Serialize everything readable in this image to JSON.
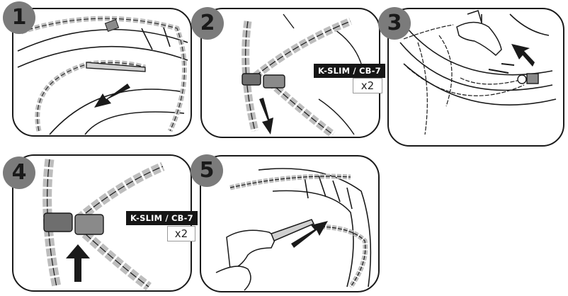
{
  "steps": [
    {
      "number": "1"
    },
    {
      "number": "2",
      "model_label": "K-SLIM / CB-7",
      "quantity": "x2"
    },
    {
      "number": "3"
    },
    {
      "number": "4",
      "model_label": "K-SLIM / CB-7",
      "quantity": "x2"
    },
    {
      "number": "5"
    }
  ],
  "colors": {
    "badge": "#7b7b7b",
    "outline": "#1a1a1a",
    "chain": "#bdbdbd",
    "connector": "#6e6e6e",
    "tag": "#161616"
  },
  "icons": [
    "arrow-icon",
    "chain-icon",
    "hand-icon",
    "tire-icon",
    "connector-icon"
  ]
}
